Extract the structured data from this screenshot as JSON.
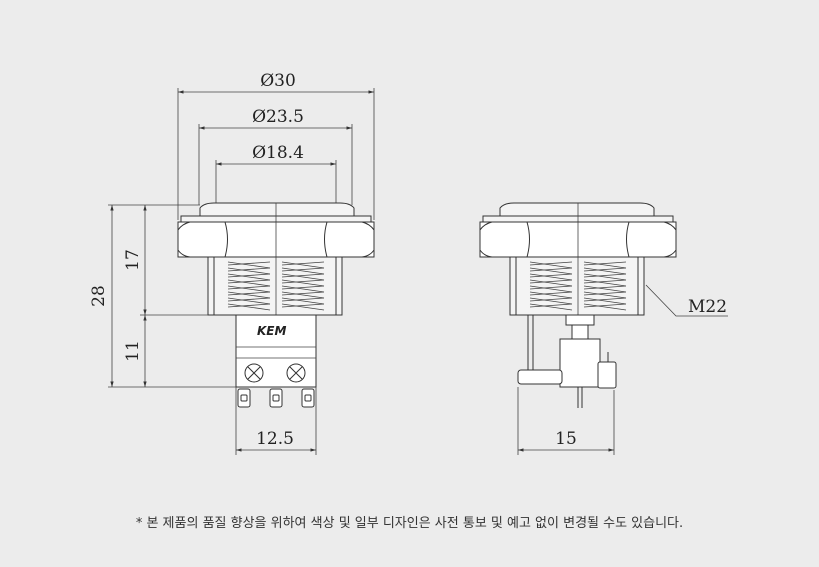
{
  "dimensions": {
    "d30": "Ø30",
    "d235": "Ø23.5",
    "d184": "Ø18.4",
    "h28": "28",
    "h17": "17",
    "h11": "11",
    "w125": "12.5",
    "w15": "15"
  },
  "thread_label": "M22",
  "brand_label": "KEM",
  "footnote": "* 본 제품의 품질 향상을 위하여 색상 및 일부 디자인은 사전 통보 및 예고 없이 변경될 수도 있습니다.",
  "colors": {
    "background": "#ececec",
    "line": "#333333"
  }
}
